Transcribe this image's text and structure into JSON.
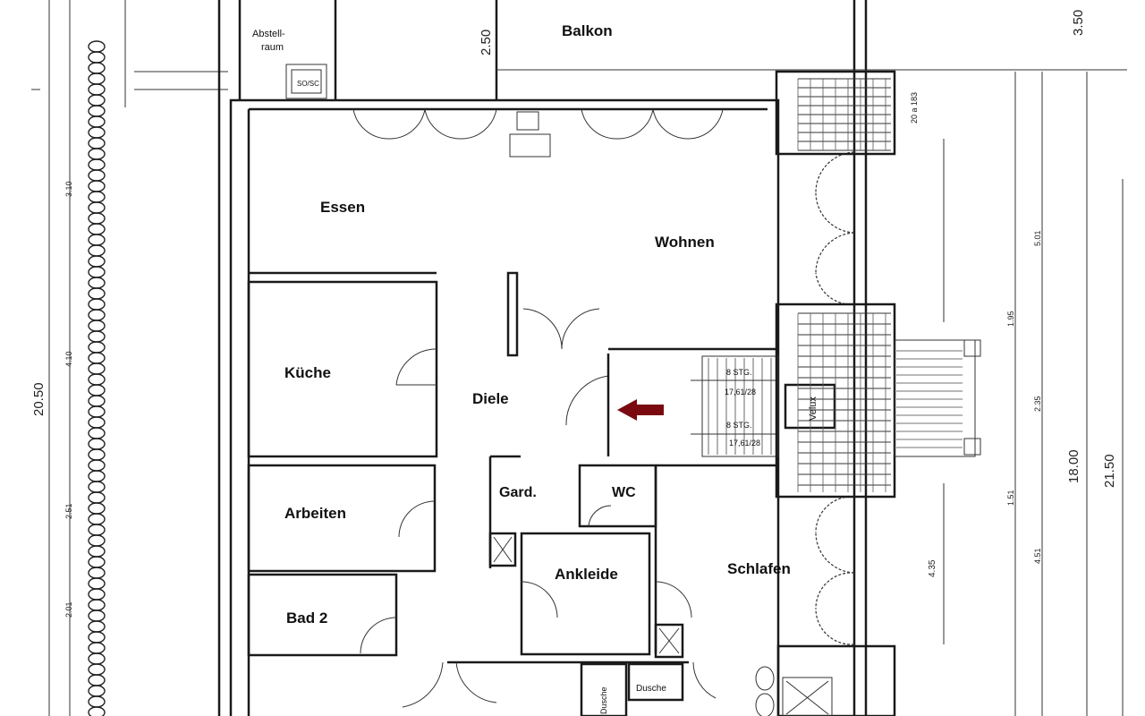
{
  "rooms": {
    "balkon": "Balkon",
    "abstellraum_1": "Abstell-",
    "abstellraum_2": "raum",
    "essen": "Essen",
    "wohnen": "Wohnen",
    "kueche": "Küche",
    "diele": "Diele",
    "garderobe": "Gard.",
    "wc": "WC",
    "arbeiten": "Arbeiten",
    "ankleide": "Ankleide",
    "schlafen": "Schlafen",
    "bad2": "Bad 2",
    "dusche_1": "Dusche",
    "dusche_2": "Dusche"
  },
  "labels": {
    "velux": "Velux",
    "stairs_upper_1": "8 STG.",
    "stairs_upper_2": "17,61/28",
    "stairs_lower_1": "8 STG.",
    "stairs_lower_2": "17,61/28",
    "stair_top": "20 a 183",
    "wama": "SO/SC"
  },
  "dimensions": {
    "d_250": "2.50",
    "d_350": "3.50",
    "d_2050": "20.50",
    "d_1800": "18.00",
    "d_2150": "21.50",
    "d_500": "5.01",
    "d_435": "4.35",
    "d_451": "4.51",
    "d_201": "2.01",
    "d_251": "2.51",
    "d_151": "1.51",
    "d_195": "1.95",
    "d_235": "2.35",
    "d_310": "3.10",
    "d_410": "4.10"
  },
  "colors": {
    "arrow": "#7a0a10",
    "wall": "#1a1a1a"
  },
  "arrow": {
    "direction": "left",
    "icon": "entrance-arrow-icon"
  }
}
